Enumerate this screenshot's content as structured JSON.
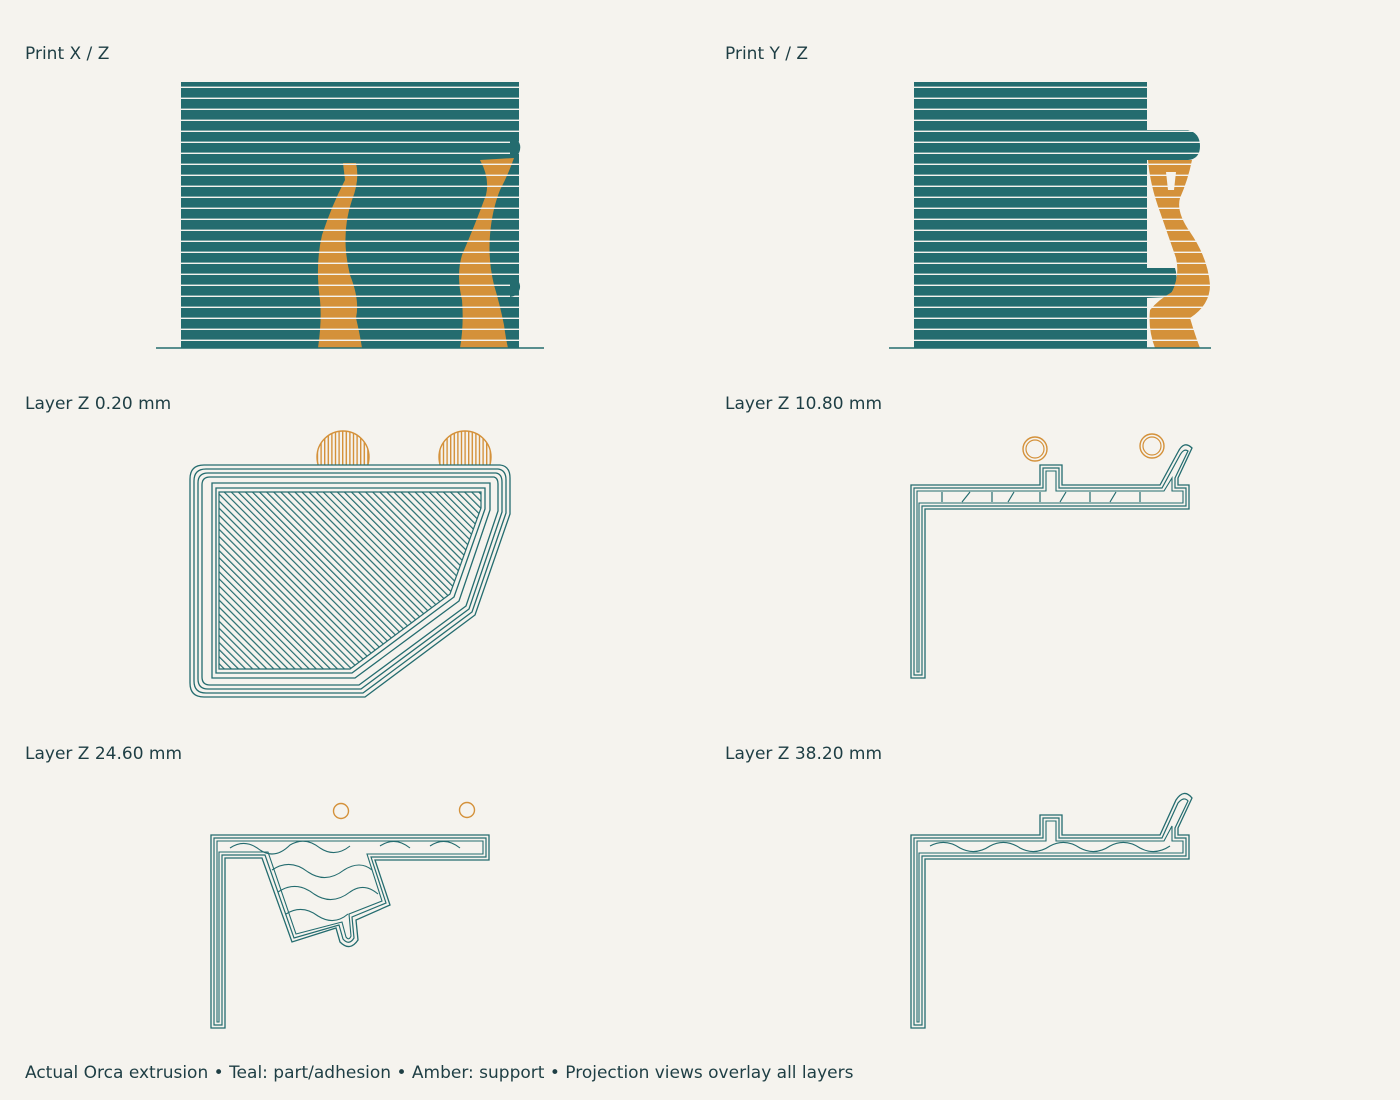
{
  "panels": [
    {
      "title": "Print X / Z"
    },
    {
      "title": "Print Y / Z"
    },
    {
      "title": "Layer Z 0.20 mm"
    },
    {
      "title": "Layer Z 10.80 mm"
    },
    {
      "title": "Layer Z 24.60 mm"
    },
    {
      "title": "Layer Z 38.20 mm"
    }
  ],
  "footer": "Actual Orca extrusion • Teal: part/adhesion • Amber: support • Projection views overlay all layers",
  "colors": {
    "part": "#246c6f",
    "support": "#d4913a",
    "background": "#f5f3ee",
    "text": "#1e3e44"
  }
}
